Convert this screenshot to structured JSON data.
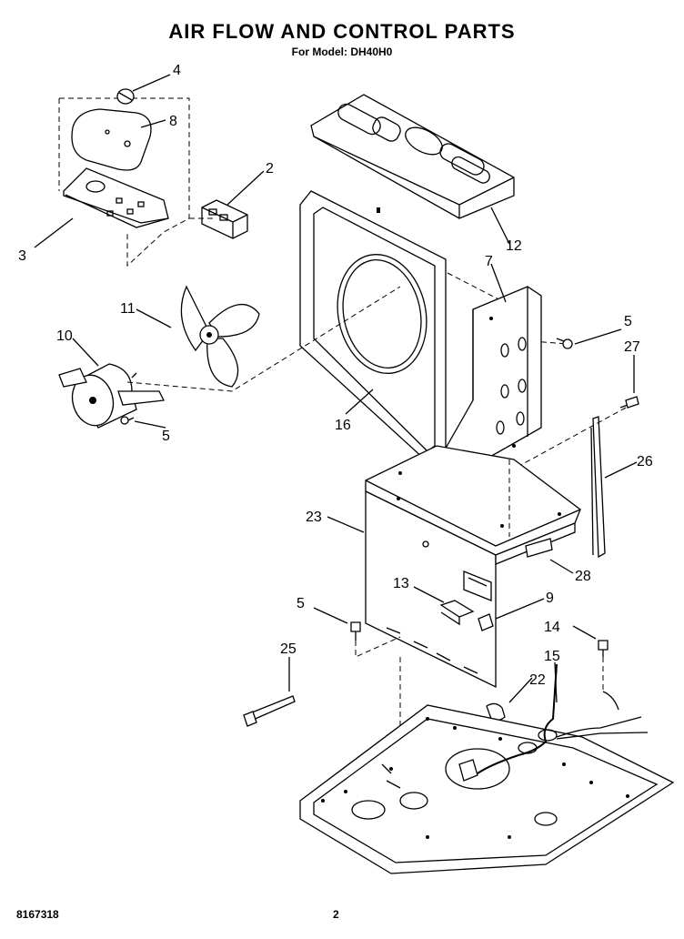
{
  "header": {
    "title": "AIR FLOW AND CONTROL PARTS",
    "subtitle": "For Model: DH40H0"
  },
  "footer": {
    "doc_number": "8167318",
    "page_number": "2"
  },
  "callouts": {
    "c4": "4",
    "c8": "8",
    "c2": "2",
    "c3": "3",
    "c12": "12",
    "c11": "11",
    "c10": "10",
    "c5a": "5",
    "c7": "7",
    "c5b": "5",
    "c27": "27",
    "c16": "16",
    "c26": "26",
    "c23": "23",
    "c28": "28",
    "c13": "13",
    "c9": "9",
    "c5c": "5",
    "c14": "14",
    "c25": "25",
    "c15": "15",
    "c22": "22"
  }
}
